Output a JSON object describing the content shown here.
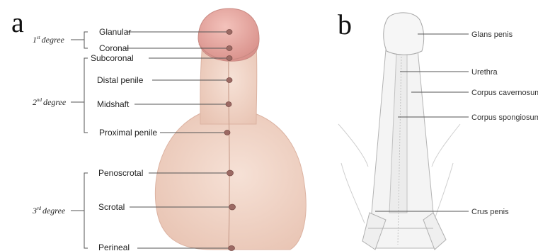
{
  "panel_a": {
    "letter": "a",
    "degrees": [
      {
        "num": "1",
        "sup": "st",
        "word": "degree"
      },
      {
        "num": "2",
        "sup": "nd",
        "word": "degree"
      },
      {
        "num": "3",
        "sup": "rd",
        "word": "degree"
      }
    ],
    "locations": [
      "Glanular",
      "Coronal",
      "Subcoronal",
      "Distal penile",
      "Midshaft",
      "Proximal penile",
      "Penoscrotal",
      "Scrotal",
      "Perineal"
    ]
  },
  "panel_b": {
    "letter": "b",
    "labels": [
      "Glans penis",
      "Urethra",
      "Corpus cavernosum",
      "Corpus spongiosum",
      "Crus penis"
    ]
  },
  "colors": {
    "skin": "#f2d6c8",
    "glans": "#e7a9a2",
    "meatus": "#9c6a64",
    "line": "#555555"
  }
}
